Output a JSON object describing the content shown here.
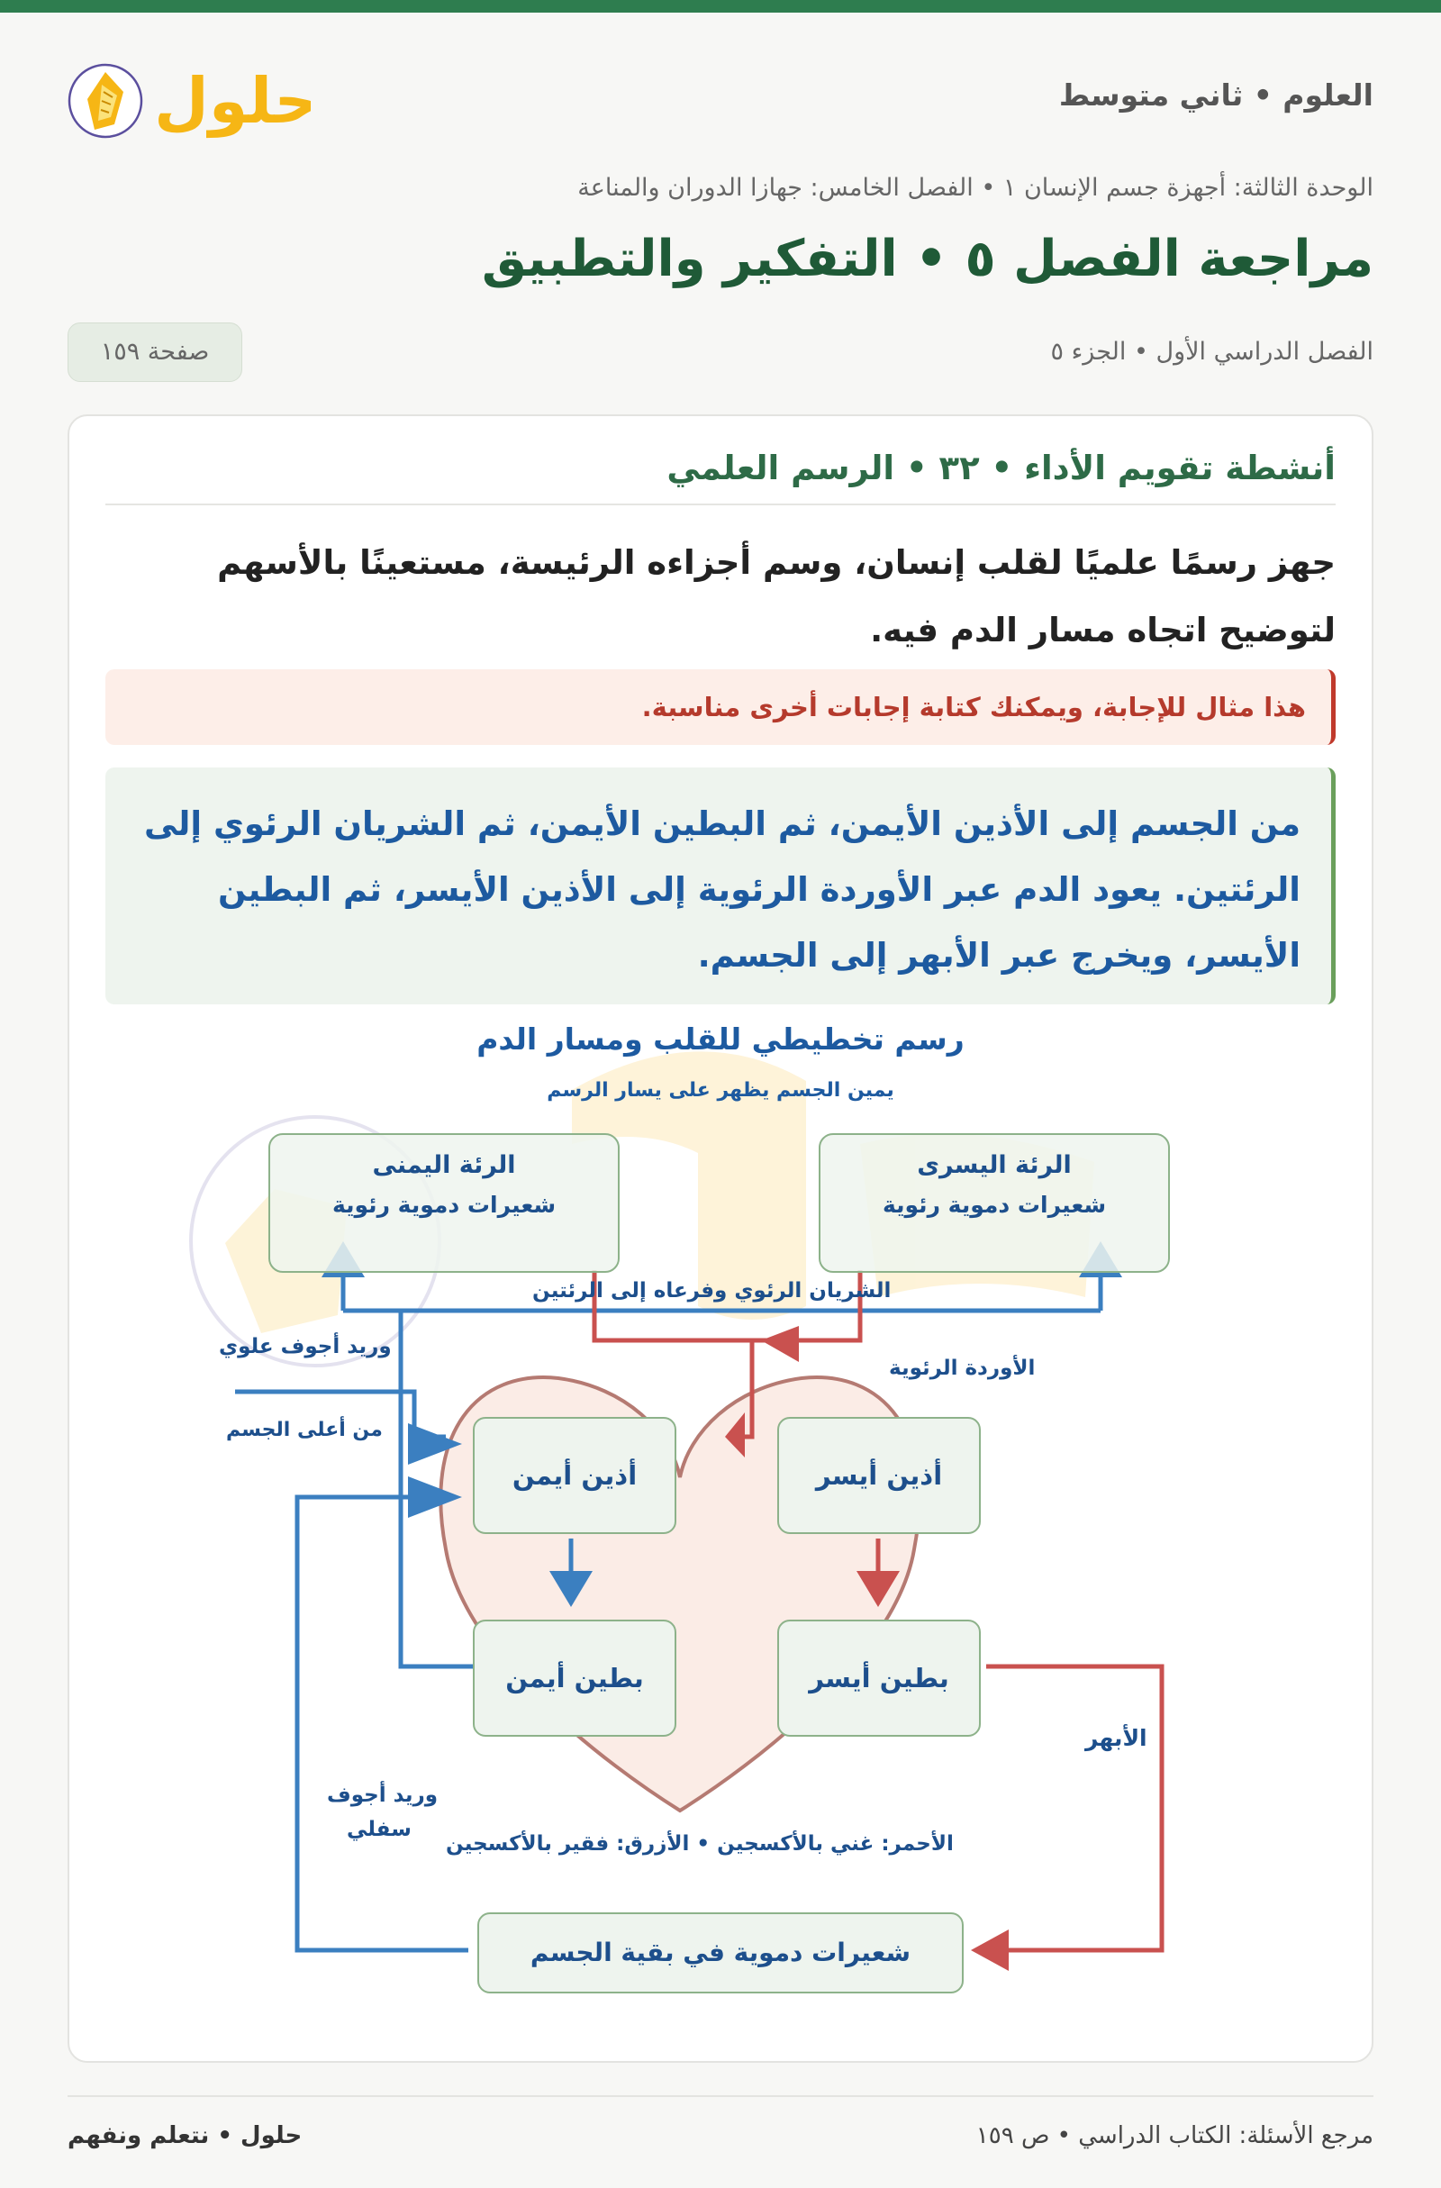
{
  "header": {
    "subject": "العلوم • ثاني متوسط",
    "logo_text": "حلول"
  },
  "breadcrumb": "الوحدة الثالثة: أجهزة جسم الإنسان ١ • الفصل الخامس: جهازا الدوران والمناعة",
  "page_title": "مراجعة الفصل ٥ • التفكير والتطبيق",
  "term": "الفصل الدراسي الأول • الجزء ٥",
  "page_badge": "صفحة ١٥٩",
  "card": {
    "title": "أنشطة تقويم الأداء • ٣٢ • الرسم العلمي",
    "question": "جهز رسمًا علميًا لقلب إنسان، وسم أجزاءه الرئيسة، مستعينًا بالأسهم لتوضيح اتجاه مسار الدم فيه.",
    "note": "هذا مثال للإجابة، ويمكنك كتابة إجابات أخرى مناسبة.",
    "answer": "من الجسم إلى الأذين الأيمن، ثم البطين الأيمن، ثم الشريان الرئوي إلى الرئتين. يعود الدم عبر الأوردة الرئوية إلى الأذين الأيسر، ثم البطين الأيسر، ويخرج عبر الأبهر إلى الجسم."
  },
  "diagram": {
    "title": "رسم تخطيطي للقلب ومسار الدم",
    "subtitle": "يمين الجسم يظهر على يسار الرسم",
    "right_lung": {
      "name": "الرئة اليمنى",
      "detail": "شعيرات دموية رئوية"
    },
    "left_lung": {
      "name": "الرئة اليسرى",
      "detail": "شعيرات دموية رئوية"
    },
    "pulmonary_artery": "الشريان الرئوي وفرعاه إلى الرئتين",
    "superior_vena_cava": "وريد أجوف علوي",
    "from_upper_body": "من أعلى الجسم",
    "pulmonary_veins": "الأوردة الرئوية",
    "right_atrium": "أذين أيمن",
    "left_atrium": "أذين أيسر",
    "right_ventricle": "بطين أيمن",
    "left_ventricle": "بطين أيسر",
    "aorta": "الأبهر",
    "inferior_vena_cava_1": "وريد أجوف",
    "inferior_vena_cava_2": "سفلي",
    "legend": "الأحمر: غني بالأكسجين • الأزرق: فقير بالأكسجين",
    "body_capillaries": "شعيرات دموية في بقية الجسم",
    "colors": {
      "oxygen_rich": "#c9514f",
      "oxygen_poor": "#3b7fc0"
    }
  },
  "footer": {
    "brand": "حلول • نتعلم ونفهم",
    "reference": "مرجع الأسئلة: الكتاب الدراسي • ص ١٥٩"
  }
}
